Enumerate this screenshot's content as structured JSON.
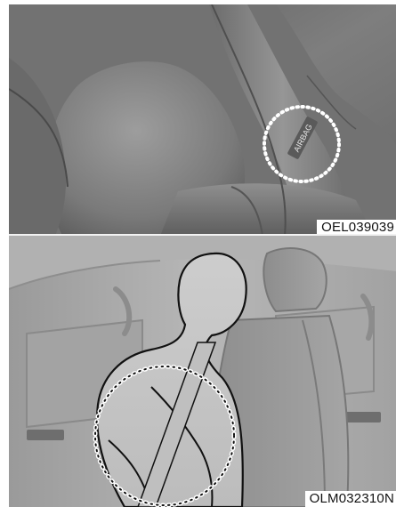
{
  "figures": [
    {
      "seat_label": "AIRBAG",
      "code": "OEL039039"
    },
    {
      "code": "OLM032310N"
    }
  ]
}
